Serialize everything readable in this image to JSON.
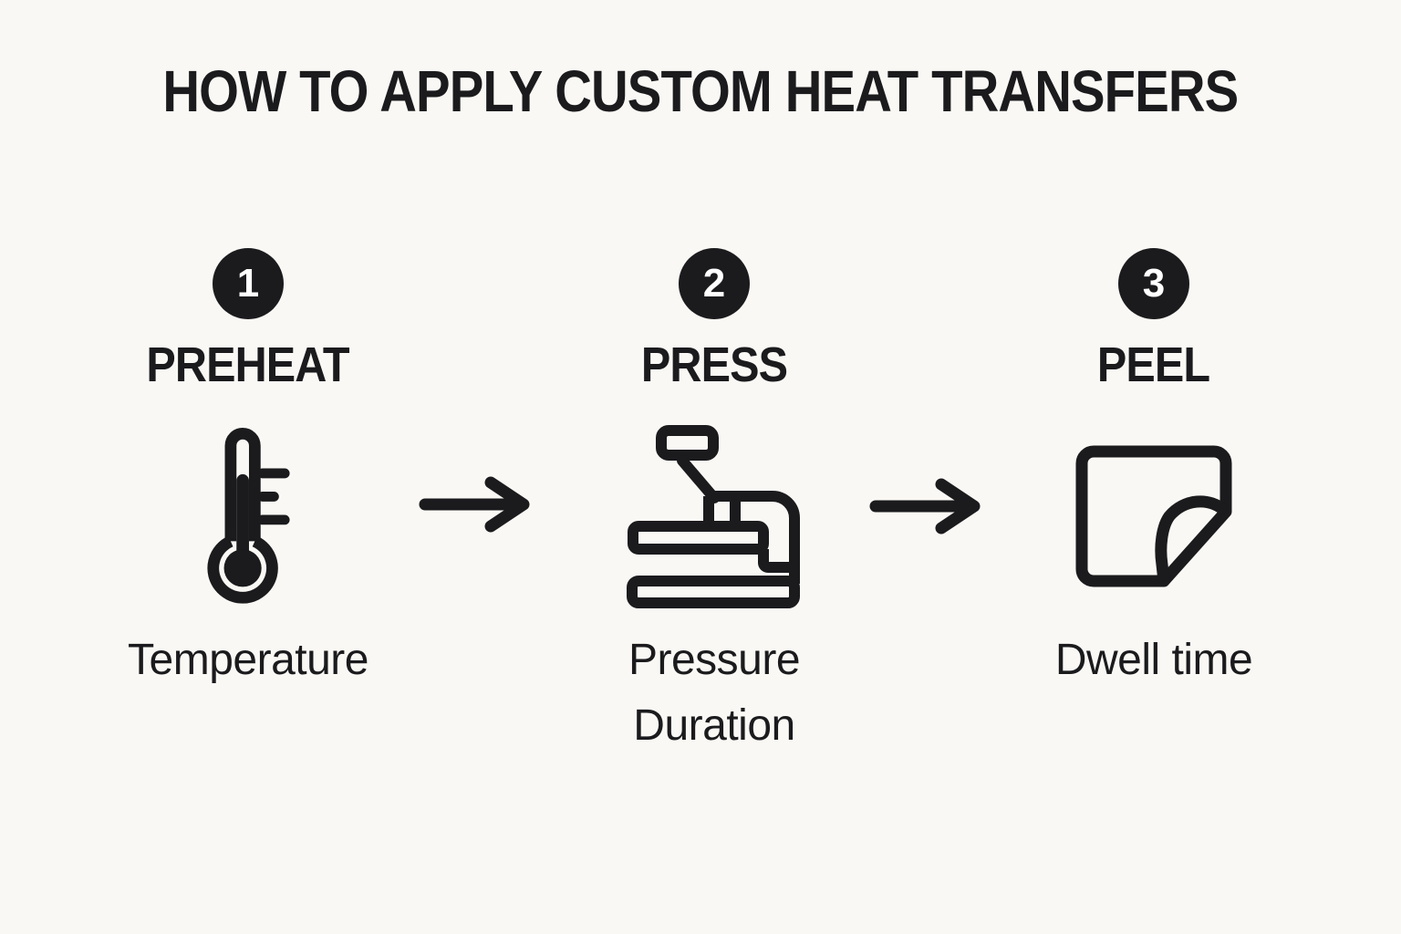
{
  "title": "HOW TO APPLY CUSTOM HEAT TRANSFERS",
  "colors": {
    "ink": "#1b1b1e",
    "background": "#faf8f4",
    "badge_fill": "#1b1b1e",
    "badge_number": "#ffffff"
  },
  "steps": [
    {
      "number": "1",
      "label": "PREHEAT",
      "icon": "thermometer-icon",
      "caption_lines": [
        "Temperature"
      ]
    },
    {
      "number": "2",
      "label": "PRESS",
      "icon": "heat-press-icon",
      "caption_lines": [
        "Pressure",
        "Duration"
      ]
    },
    {
      "number": "3",
      "label": "PEEL",
      "icon": "peel-sheet-icon",
      "caption_lines": [
        "Dwell time"
      ]
    }
  ],
  "connectors": [
    {
      "icon": "arrow-right-icon"
    },
    {
      "icon": "arrow-right-icon"
    }
  ]
}
